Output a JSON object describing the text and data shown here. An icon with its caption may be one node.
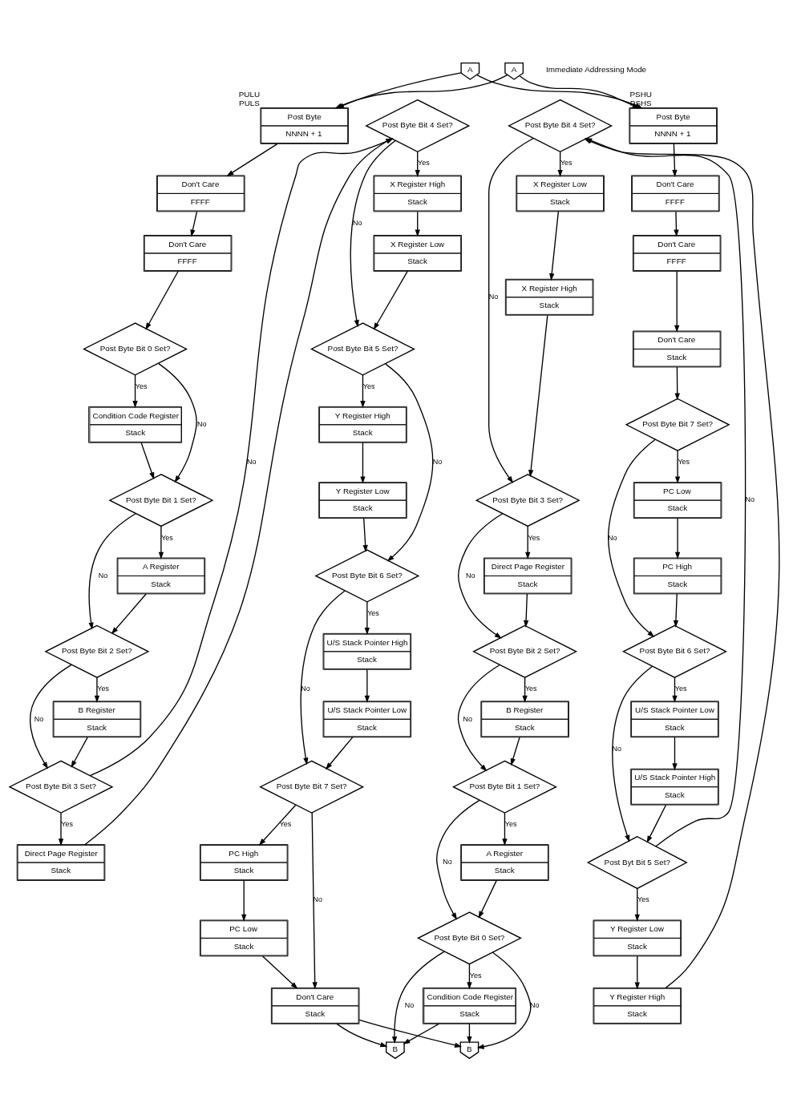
{
  "diagram": {
    "nodes": [
      {
        "text": [
          "A"
        ]
      },
      {
        "text": [
          "A"
        ]
      },
      {
        "text": [
          "Post Byte",
          "NNNN + 1"
        ],
        "beside": [
          "PULU",
          "PULS"
        ]
      },
      {
        "text": [
          "Don't Care",
          "FFFF"
        ]
      },
      {
        "text": [
          "Don't Care",
          "FFFF"
        ]
      },
      {
        "text": [
          "Post Byte Bit 0 Set?"
        ]
      },
      {
        "text": [
          "Condition Code Register",
          "Stack"
        ]
      },
      {
        "text": [
          "Post Byte Bit 1 Set?"
        ]
      },
      {
        "text": [
          "A Register",
          "Stack"
        ]
      },
      {
        "text": [
          "Post Byte Bit 2 Set?"
        ]
      },
      {
        "text": [
          "B Register",
          "Stack"
        ]
      },
      {
        "text": [
          "Post Byte Bit 3 Set?"
        ]
      },
      {
        "text": [
          "Direct Page Register",
          "Stack"
        ]
      },
      {
        "text": [
          "Post Byte Bit 4 Set?"
        ]
      },
      {
        "text": [
          "X Register High",
          "Stack"
        ]
      },
      {
        "text": [
          "X Register Low",
          "Stack"
        ]
      },
      {
        "text": [
          "Post Byte Bit 5 Set?"
        ]
      },
      {
        "text": [
          "Y Register High",
          "Stack"
        ]
      },
      {
        "text": [
          "Y Register Low",
          "Stack"
        ]
      },
      {
        "text": [
          "Post Byte Bit 6 Set?"
        ]
      },
      {
        "text": [
          "U/S Stack Pointer High",
          "Stack"
        ]
      },
      {
        "text": [
          "U/S Stack Pointer Low",
          "Stack"
        ]
      },
      {
        "text": [
          "Post Byte Bit 7 Set?"
        ]
      },
      {
        "text": [
          "PC High",
          "Stack"
        ]
      },
      {
        "text": [
          "PC Low",
          "Stack"
        ]
      },
      {
        "text": [
          "Don't Care",
          "Stack"
        ]
      },
      {
        "text": [
          "Post Byte",
          "NNNN + 1"
        ],
        "beside": [
          "PSHU",
          "PSHS"
        ]
      },
      {
        "text": [
          "Don't Care",
          "FFFF"
        ]
      },
      {
        "text": [
          "Don't Care",
          "FFFF"
        ]
      },
      {
        "text": [
          "Don't Care",
          "Stack"
        ]
      },
      {
        "text": [
          "Post Byte Bit 7 Set?"
        ]
      },
      {
        "text": [
          "PC Low",
          "Stack"
        ]
      },
      {
        "text": [
          "PC High",
          "Stack"
        ]
      },
      {
        "text": [
          "Post Byte Bit 6 Set?"
        ]
      },
      {
        "text": [
          "U/S Stack Pointer Low",
          "Stack"
        ]
      },
      {
        "text": [
          "U/S Stack Pointer High",
          "Stack"
        ]
      },
      {
        "text": [
          "Post Byt Bit 5 Set?"
        ]
      },
      {
        "text": [
          "Y Register Low",
          "Stack"
        ]
      },
      {
        "text": [
          "Y Register High",
          "Stack"
        ]
      },
      {
        "text": [
          "Post Byte Bit 4 Set?"
        ]
      },
      {
        "text": [
          "X Register Low",
          "Stack"
        ]
      },
      {
        "text": [
          "X Register High",
          "Stack"
        ]
      },
      {
        "text": [
          "Post Byte Bit 3 Set?"
        ]
      },
      {
        "text": [
          "Direct Page Register",
          "Stack"
        ]
      },
      {
        "text": [
          "Post Byte Bit 2 Set?"
        ]
      },
      {
        "text": [
          "B Register",
          "Stack"
        ]
      },
      {
        "text": [
          "Post Byte Bit 1 Set?"
        ]
      },
      {
        "text": [
          "A Register",
          "Stack"
        ]
      },
      {
        "text": [
          "Post Byte Bit 0 Set?"
        ]
      },
      {
        "text": [
          "Condition Code Register",
          "Stack"
        ]
      },
      {
        "text": [
          "B"
        ]
      },
      {
        "text": [
          "B"
        ]
      }
    ],
    "edges": [
      {
        "from": 0,
        "to": 2,
        "arrow": "to"
      },
      {
        "from": 0,
        "to": 26,
        "arrow": "to"
      },
      {
        "from": 1,
        "to": 2,
        "arrow": "to"
      },
      {
        "from": 1,
        "to": 26,
        "arrow": "to"
      },
      {
        "from": 2,
        "to": 3,
        "arrow": "to"
      },
      {
        "from": 3,
        "to": 4,
        "arrow": "to"
      },
      {
        "from": 4,
        "to": 5,
        "arrow": "to"
      },
      {
        "from": 5,
        "to": 6,
        "arrow": "to",
        "label": "Yes"
      },
      {
        "from": 6,
        "to": 7,
        "arrow": "to"
      },
      {
        "from": 5,
        "to": 7,
        "arrow": "to",
        "label": "No"
      },
      {
        "from": 7,
        "to": 8,
        "arrow": "to",
        "label": "Yes"
      },
      {
        "from": 8,
        "to": 9,
        "arrow": "to"
      },
      {
        "from": 7,
        "to": 9,
        "arrow": "to",
        "label": "No"
      },
      {
        "from": 9,
        "to": 10,
        "arrow": "to",
        "label": "Yes"
      },
      {
        "from": 10,
        "to": 11,
        "arrow": "to"
      },
      {
        "from": 9,
        "to": 11,
        "arrow": "to",
        "label": "No"
      },
      {
        "from": 11,
        "to": 12,
        "arrow": "to",
        "label": "Yes"
      },
      {
        "from": 12,
        "to": 13,
        "arrow": "to"
      },
      {
        "from": 11,
        "to": 13,
        "arrow": "to",
        "label": "No"
      },
      {
        "from": 13,
        "to": 14,
        "arrow": "to",
        "label": "Yes"
      },
      {
        "from": 14,
        "to": 15,
        "arrow": "to"
      },
      {
        "from": 15,
        "to": 16,
        "arrow": "to"
      },
      {
        "from": 13,
        "to": 16,
        "arrow": "to",
        "label": "No"
      },
      {
        "from": 16,
        "to": 17,
        "arrow": "to",
        "label": "Yes"
      },
      {
        "from": 17,
        "to": 18,
        "arrow": "to"
      },
      {
        "from": 18,
        "to": 19,
        "arrow": "to"
      },
      {
        "from": 16,
        "to": 19,
        "arrow": "to",
        "label": "No"
      },
      {
        "from": 19,
        "to": 20,
        "arrow": "to",
        "label": "Yes"
      },
      {
        "from": 20,
        "to": 21,
        "arrow": "to"
      },
      {
        "from": 21,
        "to": 22,
        "arrow": "to"
      },
      {
        "from": 19,
        "to": 22,
        "arrow": "to",
        "label": "No"
      },
      {
        "from": 22,
        "to": 23,
        "arrow": "to",
        "label": "Yes"
      },
      {
        "from": 23,
        "to": 24,
        "arrow": "to"
      },
      {
        "from": 24,
        "to": 25,
        "arrow": "to"
      },
      {
        "from": 22,
        "to": 25,
        "arrow": "to",
        "label": "No"
      },
      {
        "from": 25,
        "to": 50,
        "arrow": "to"
      },
      {
        "from": 25,
        "to": 51,
        "arrow": "to"
      },
      {
        "from": 26,
        "to": 27,
        "arrow": "to"
      },
      {
        "from": 27,
        "to": 28,
        "arrow": "to"
      },
      {
        "from": 28,
        "to": 29,
        "arrow": "to"
      },
      {
        "from": 29,
        "to": 30,
        "arrow": "to"
      },
      {
        "from": 30,
        "to": 31,
        "arrow": "to",
        "label": "Yes"
      },
      {
        "from": 31,
        "to": 32,
        "arrow": "to"
      },
      {
        "from": 32,
        "to": 33,
        "arrow": "to"
      },
      {
        "from": 30,
        "to": 33,
        "arrow": "to",
        "label": "No"
      },
      {
        "from": 33,
        "to": 34,
        "arrow": "to",
        "label": "Yes"
      },
      {
        "from": 34,
        "to": 35,
        "arrow": "to"
      },
      {
        "from": 35,
        "to": 36,
        "arrow": "to"
      },
      {
        "from": 33,
        "to": 36,
        "arrow": "to",
        "label": "No"
      },
      {
        "from": 36,
        "to": 37,
        "arrow": "to",
        "label": "Yes"
      },
      {
        "from": 37,
        "to": 38,
        "arrow": "to"
      },
      {
        "from": 38,
        "to": 39,
        "arrow": "to"
      },
      {
        "from": 36,
        "to": 39,
        "arrow": "to",
        "label": "No"
      },
      {
        "from": 39,
        "to": 40,
        "arrow": "to",
        "label": "Yes"
      },
      {
        "from": 40,
        "to": 41,
        "arrow": "to"
      },
      {
        "from": 41,
        "to": 42,
        "arrow": "to"
      },
      {
        "from": 39,
        "to": 42,
        "arrow": "to",
        "label": "No"
      },
      {
        "from": 42,
        "to": 43,
        "arrow": "to",
        "label": "Yes"
      },
      {
        "from": 43,
        "to": 44,
        "arrow": "to"
      },
      {
        "from": 42,
        "to": 44,
        "arrow": "to",
        "label": "No"
      },
      {
        "from": 44,
        "to": 45,
        "arrow": "to",
        "label": "Yes"
      },
      {
        "from": 45,
        "to": 46,
        "arrow": "to"
      },
      {
        "from": 44,
        "to": 46,
        "arrow": "to",
        "label": "No"
      },
      {
        "from": 46,
        "to": 47,
        "arrow": "to",
        "label": "Yes"
      },
      {
        "from": 47,
        "to": 48,
        "arrow": "to"
      },
      {
        "from": 46,
        "to": 48,
        "arrow": "to",
        "label": "No"
      },
      {
        "from": 48,
        "to": 49,
        "arrow": "to",
        "label": "Yes"
      },
      {
        "from": 49,
        "to": 50,
        "arrow": "to"
      },
      {
        "from": 49,
        "to": 51,
        "arrow": "to"
      },
      {
        "from": 48,
        "to": 50,
        "arrow": "to",
        "label": "No"
      },
      {
        "from": 48,
        "to": 51,
        "arrow": "to",
        "label": "No"
      }
    ],
    "labels": [
      "Immediate Addressing Mode"
    ]
  }
}
